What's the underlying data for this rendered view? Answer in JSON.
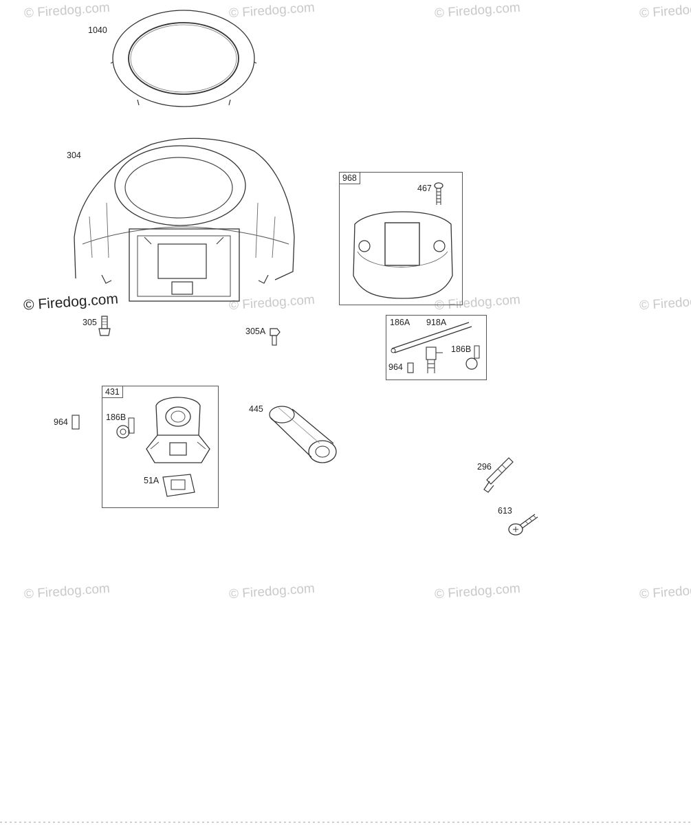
{
  "watermarks": [
    "© Firedog.com",
    "© Firedog.com",
    "© Firedog.com",
    "© Firedog.com",
    "© Firedog.com",
    "© Firedog.com",
    "© Firedog.com",
    "© Firedog.com",
    "© Firedog.com",
    "© Firedog.com",
    "© Firedog.com",
    "© Firedog.com"
  ],
  "watermark_dark": "© Firedog.com",
  "labels": {
    "p1040": "1040",
    "p304": "304",
    "p305": "305",
    "p305a": "305A",
    "p964_left": "964",
    "p445": "445",
    "p296": "296",
    "p613": "613"
  },
  "box431": {
    "num": "431",
    "p186b": "186B",
    "p51a": "51A"
  },
  "box968": {
    "num": "968",
    "p467": "467"
  },
  "box186a": {
    "p186a": "186A",
    "p918a": "918A",
    "p186b": "186B",
    "p964": "964"
  }
}
